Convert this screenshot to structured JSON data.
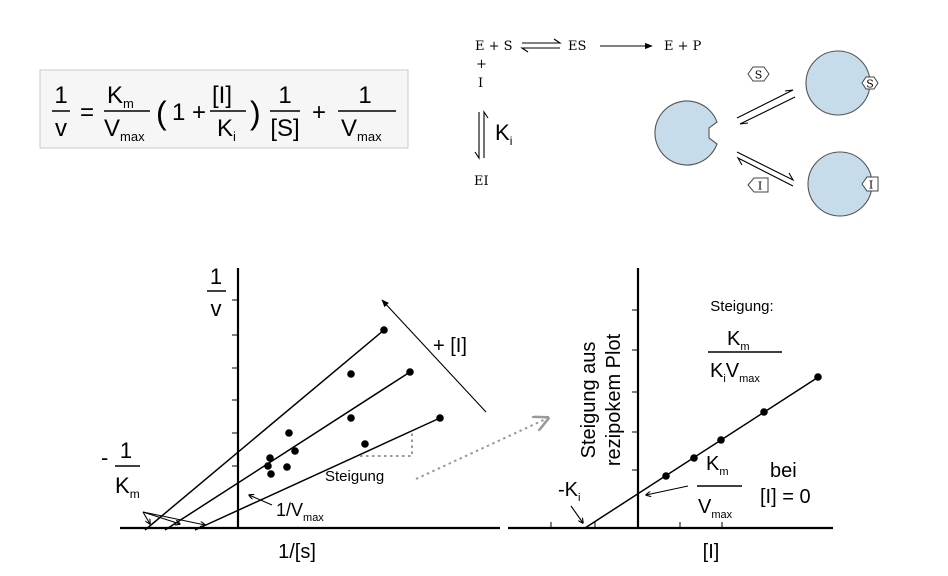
{
  "equation": {
    "lhs_num": "1",
    "lhs_den": "v",
    "equals": "=",
    "km": "K",
    "km_sub": "m",
    "vmax": "V",
    "vmax_sub": "max",
    "paren_open": "(",
    "one_plus": "1 +",
    "inhib": "[I]",
    "ki": "K",
    "ki_sub": "i",
    "paren_close": ")",
    "recip_num": "1",
    "recip_den": "[S]",
    "plus": "+",
    "last_num": "1",
    "last_den": "V",
    "last_den_sub": "max"
  },
  "scheme": {
    "es_left": "E + S",
    "es_mid": "ES",
    "es_right": "E + P",
    "plus": "+",
    "inhibitor": "I",
    "ki": "K",
    "ki_sub": "i",
    "ei": "EI"
  },
  "enzyme_cartoon": {
    "substrate_label": "S",
    "inhibitor_label": "I",
    "enzyme_color": "#c7dcea"
  },
  "left_plot": {
    "y_label_num": "1",
    "y_label_den": "v",
    "x_label": "1/[s]",
    "arrow_label": "+ [I]",
    "slope_label": "Steigung",
    "intercept_label": "1/V",
    "intercept_sub": "max",
    "neg_label_minus": "-",
    "neg_label_num": "1",
    "neg_label_den": "K",
    "neg_label_sub": "m"
  },
  "right_plot": {
    "y_label_line1": "Steigung aus",
    "y_label_line2": "rezipokem Plot",
    "x_label": "[I]",
    "slope_title": "Steigung:",
    "slope_num": "K",
    "slope_num_sub": "m",
    "slope_den_k": "K",
    "slope_den_k_sub": "i",
    "slope_den_v": "V",
    "slope_den_v_sub": "max",
    "intercept_num": "K",
    "intercept_num_sub": "m",
    "intercept_den": "V",
    "intercept_den_sub": "max",
    "neg_ki": "-K",
    "neg_ki_sub": "i",
    "bei_line1": "bei",
    "bei_line2": "[I] = 0"
  }
}
